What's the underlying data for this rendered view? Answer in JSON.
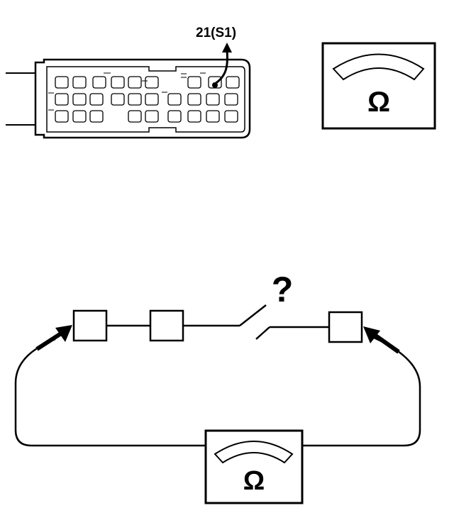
{
  "top": {
    "pin_callout": "21(S1)",
    "meter_symbol": "Ω"
  },
  "circuit": {
    "unknown_mark": "?",
    "meter_symbol": "Ω"
  },
  "colors": {
    "ink": "#000000",
    "paper": "#ffffff"
  },
  "icons": [
    "connector-icon",
    "ohmmeter-icon",
    "arrow-icon",
    "switch-icon",
    "question-mark-icon"
  ]
}
